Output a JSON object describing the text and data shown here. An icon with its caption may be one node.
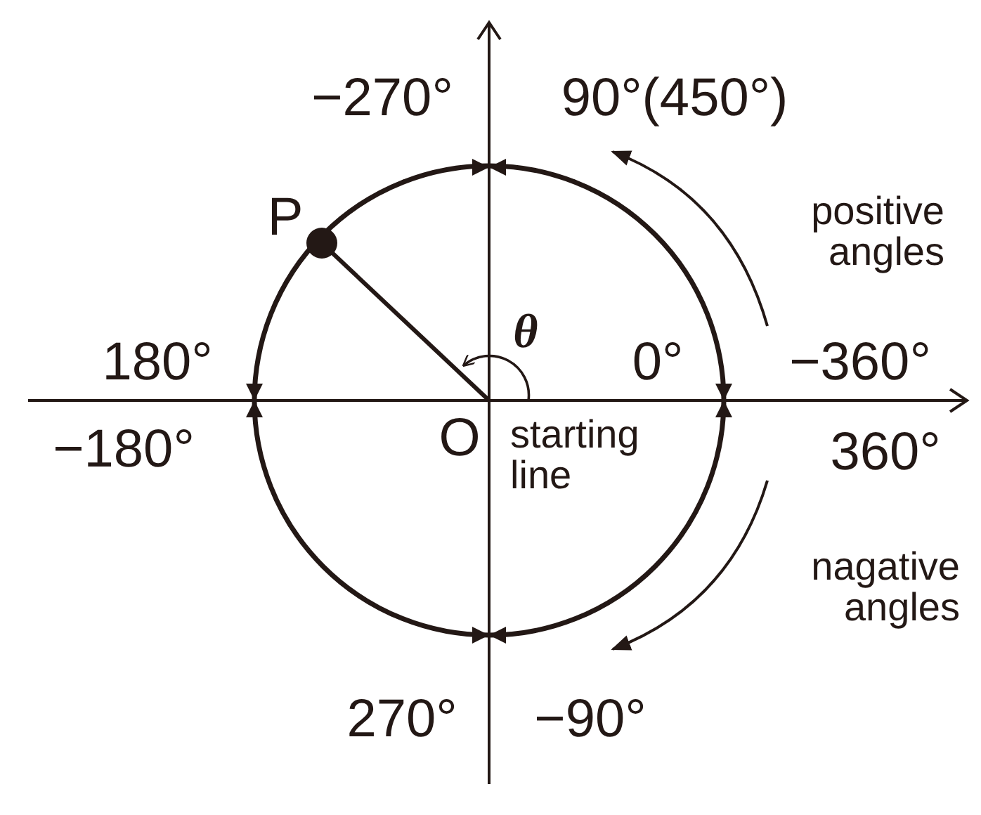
{
  "diagram": {
    "labels": [
      "−270°",
      "90°(450°)",
      "positive angles",
      "P",
      "θ",
      "180°",
      "0°",
      "−360°",
      "−180°",
      "O",
      "starting line",
      "360°",
      "nagative angles",
      "270°",
      "−90°"
    ]
  }
}
